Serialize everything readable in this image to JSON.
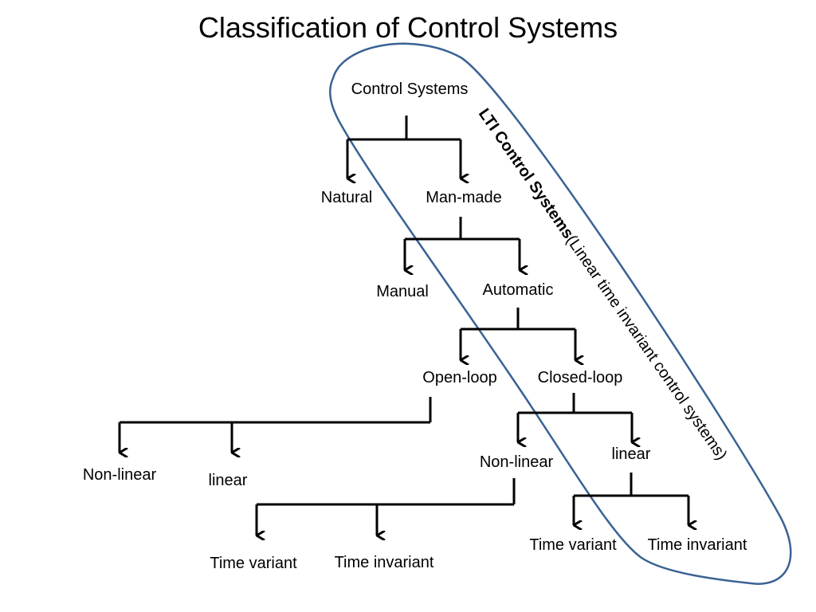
{
  "title": "Classification of Control Systems",
  "colors": {
    "enclosure": "#3a6294",
    "lines": "#000000"
  },
  "nodes": {
    "control_systems": "Control Systems",
    "natural": "Natural",
    "man_made": "Man-made",
    "manual": "Manual",
    "automatic": "Automatic",
    "open_loop": "Open-loop",
    "closed_loop": "Closed-loop",
    "ol_nonlinear": "Non-linear",
    "ol_linear": "linear",
    "cl_nonlinear": "Non-linear",
    "cl_linear": "linear",
    "ol_time_variant": "Time variant",
    "ol_time_invariant": "Time invariant",
    "cl_time_variant": "Time variant",
    "cl_time_invariant": "Time invariant"
  },
  "annotation": {
    "bold": "LTI  Control Systems",
    "normal": "(Linear time invariant control systems)"
  }
}
